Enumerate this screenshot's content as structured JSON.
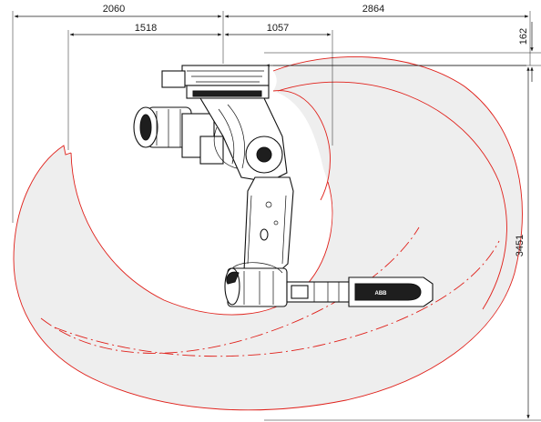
{
  "dimensions": {
    "top_left": "2060",
    "top_right": "2864",
    "inner_left": "1518",
    "inner_right": "1057",
    "right_small": "162",
    "right_tall": "3451"
  },
  "colors": {
    "envelope_line": "#e0201a",
    "envelope_fill": "#eeeeee",
    "robot_outline": "#111111"
  },
  "logo": "ABB"
}
